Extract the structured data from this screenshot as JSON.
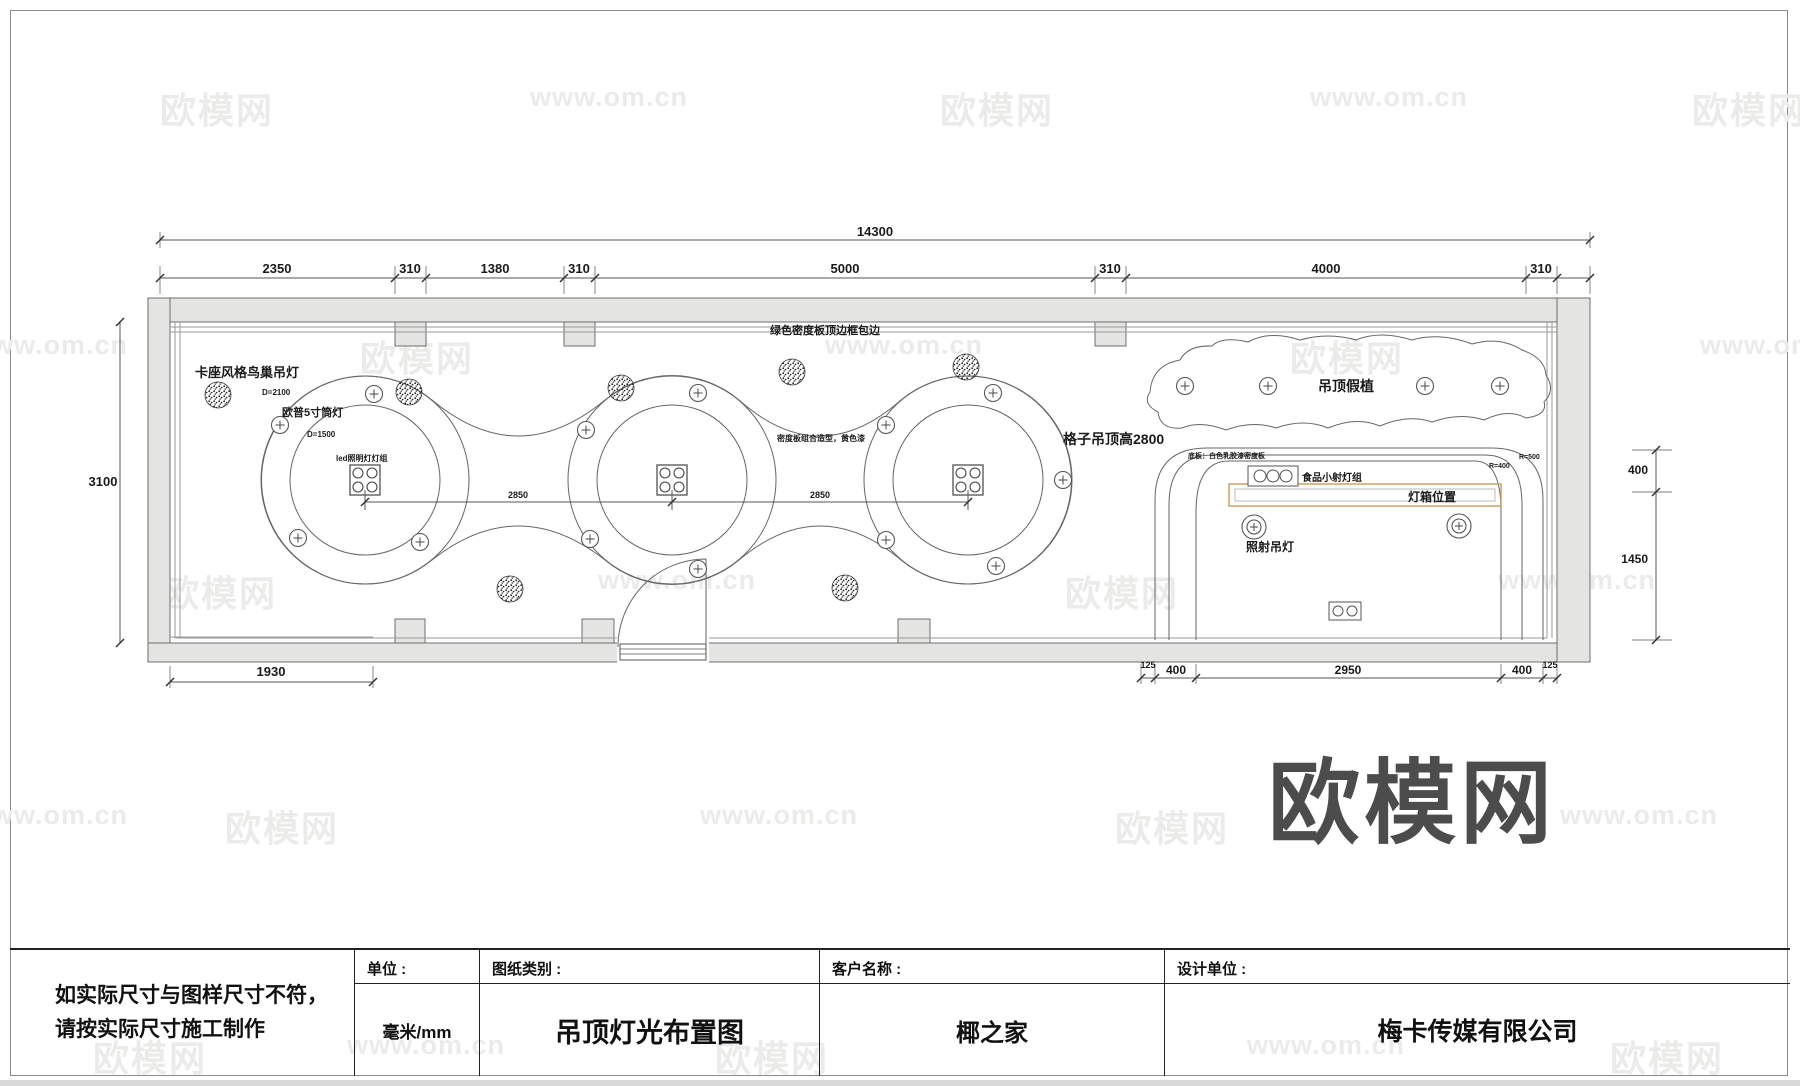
{
  "watermarks": {
    "light_text_a": "欧模网",
    "light_text_b": "www.om.cn",
    "light_color": "#ebebe9",
    "big_logo": "欧模网",
    "big_logo_color": "#4c4c4c"
  },
  "dimensions": {
    "total_width": "14300",
    "top_segments": [
      "2350",
      "310",
      "1380",
      "310",
      "5000",
      "310",
      "4000",
      "310"
    ],
    "left_height": "3100",
    "right_top": "400",
    "right_bottom": "1450",
    "bottom_left": "1930",
    "bottom_right": [
      "125",
      "400",
      "2950",
      "400",
      "125"
    ],
    "circle_spacing_1": "2850",
    "circle_spacing_2": "2850",
    "outer_diameter": "D=2100",
    "inner_diameter": "D=1500",
    "corner_r_inner": "R=400",
    "corner_r_outer": "R=500"
  },
  "labels": {
    "nest_light": "卡座风格鸟巢吊灯",
    "downlight": "欧普5寸筒灯",
    "led_group": "led照明灯灯组",
    "green_edge": "绿色密度板顶边框包边",
    "board_shape": "密度板组合造型，黄色漆",
    "fake_plant": "吊顶假植",
    "grid_ceiling": "格子吊顶高2800",
    "base_board": "底板：白色乳胶漆密度板",
    "food_spot": "食品小射灯组",
    "light_box": "灯箱位置",
    "spot_pendant": "照射吊灯"
  },
  "title_block": {
    "note_line1": "如实际尺寸与图样尺寸不符，",
    "note_line2": "请按实际尺寸施工制作",
    "unit_label": "单位 :",
    "unit_value": "毫米/mm",
    "type_label": "图纸类别 :",
    "type_value": "吊顶灯光布置图",
    "client_label": "客户名称 :",
    "client_value": "椰之家",
    "designer_label": "设计单位 :",
    "designer_value": "梅卡传媒有限公司"
  }
}
